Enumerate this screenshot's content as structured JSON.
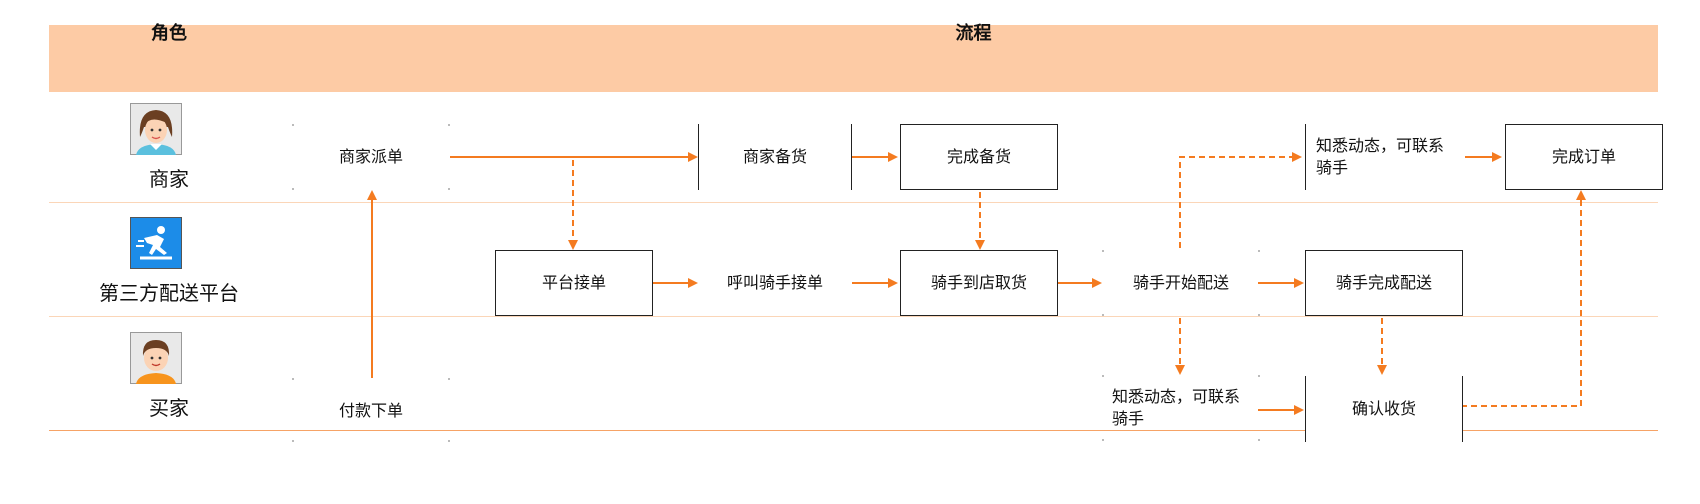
{
  "header": {
    "role_title": "角色",
    "process_title": "流程"
  },
  "roles": [
    {
      "label": "商家",
      "icon": "merchant-avatar-icon"
    },
    {
      "label": "第三方配送平台",
      "icon": "delivery-platform-logo-icon"
    },
    {
      "label": "买家",
      "icon": "buyer-avatar-icon"
    }
  ],
  "nodes": {
    "merchant_dispatch": "商家派单",
    "merchant_prepare": "商家备货",
    "prepare_done": "完成备货",
    "merchant_notice": "知悉动态，可联系骑手",
    "order_complete": "完成订单",
    "platform_accept": "平台接单",
    "call_rider": "呼叫骑手接单",
    "rider_pickup": "骑手到店取货",
    "rider_start": "骑手开始配送",
    "rider_done": "骑手完成配送",
    "buyer_pay": "付款下单",
    "buyer_notice": "知悉动态，可联系骑手",
    "confirm_receipt": "确认收货"
  },
  "colors": {
    "header_bg": "#fdcba5",
    "arrow": "#f47b20",
    "lane_line": "#fbd6b8"
  }
}
